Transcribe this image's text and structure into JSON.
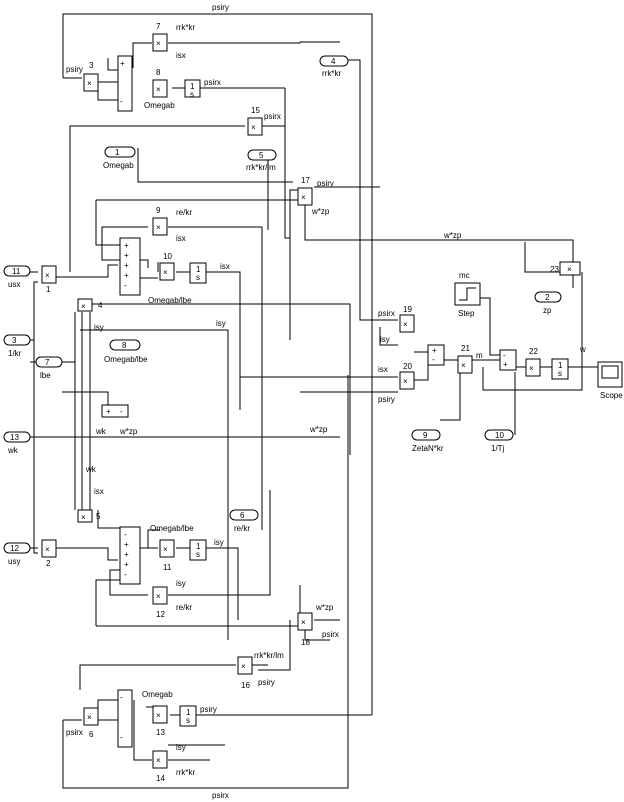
{
  "ports": [
    {
      "num": "11",
      "name": "usx"
    },
    {
      "num": "3",
      "name": "1/kr"
    },
    {
      "num": "7",
      "name": "lbe"
    },
    {
      "num": "13",
      "name": "wk"
    },
    {
      "num": "12",
      "name": "usy"
    },
    {
      "num": "1",
      "name": "Omegab"
    },
    {
      "num": "4",
      "name": "rrk*kr"
    },
    {
      "num": "5",
      "name": "rrk*kr/lm"
    },
    {
      "num": "8",
      "name": "Omegab/lbe"
    },
    {
      "num": "6",
      "name": "re/kr"
    },
    {
      "num": "9",
      "name": "ZetaN*kr"
    },
    {
      "num": "10",
      "name": "1/Tj"
    },
    {
      "num": "2",
      "name": "zp"
    }
  ],
  "blocks": {
    "m1": "1",
    "m2": "2",
    "m3": "3",
    "m4": "4",
    "m5": "5",
    "m6": "6",
    "m7": "7",
    "m8": "8",
    "m9": "9",
    "m10": "10",
    "m11": "11",
    "m12": "12",
    "m13": "13",
    "m14": "14",
    "m15": "15",
    "m16": "16",
    "m17": "17",
    "m18": "18",
    "m19": "19",
    "m20": "20",
    "m21": "21",
    "m22": "22",
    "m23": "23",
    "step": "Step",
    "scope": "Scope",
    "step_param": "mc"
  },
  "int_symbol": "1",
  "int_symbol_den": "s",
  "signals": {
    "psiry": "psiry",
    "psirx": "psirx",
    "isx": "isx",
    "isy": "isy",
    "rrk_kr": "rrk*kr",
    "re_kr": "re/kr",
    "omegab": "Omegab",
    "omegab_lbe": "Omegab/lbe",
    "wzp": "w*zp",
    "wk": "wk",
    "rrk_kr_lm": "rrk*kr/lm",
    "m": "m",
    "w": "w"
  }
}
